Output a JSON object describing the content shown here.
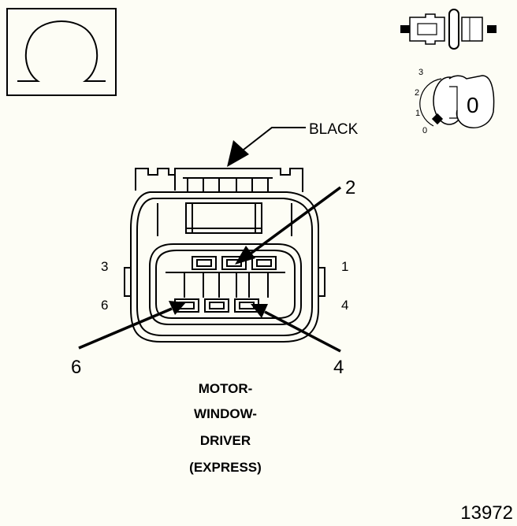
{
  "connector": {
    "wire_color": "BLACK",
    "pin_labels": {
      "top_left": "3",
      "top_right": "1",
      "bottom_left": "6",
      "bottom_right": "4"
    },
    "callouts": {
      "upper_right": "2",
      "lower_left": "6",
      "lower_right": "4"
    },
    "title_lines": [
      "MOTOR-",
      "WINDOW-",
      "DRIVER",
      "(EXPRESS)"
    ]
  },
  "ignition": {
    "positions": [
      "3",
      "2",
      "1",
      "0"
    ],
    "key_position": "0"
  },
  "figure_id": "13972",
  "icons": {
    "meter": "ohm-symbol-icon",
    "connector_side": "connector-disconnected-icon",
    "key": "ignition-key-icon"
  }
}
